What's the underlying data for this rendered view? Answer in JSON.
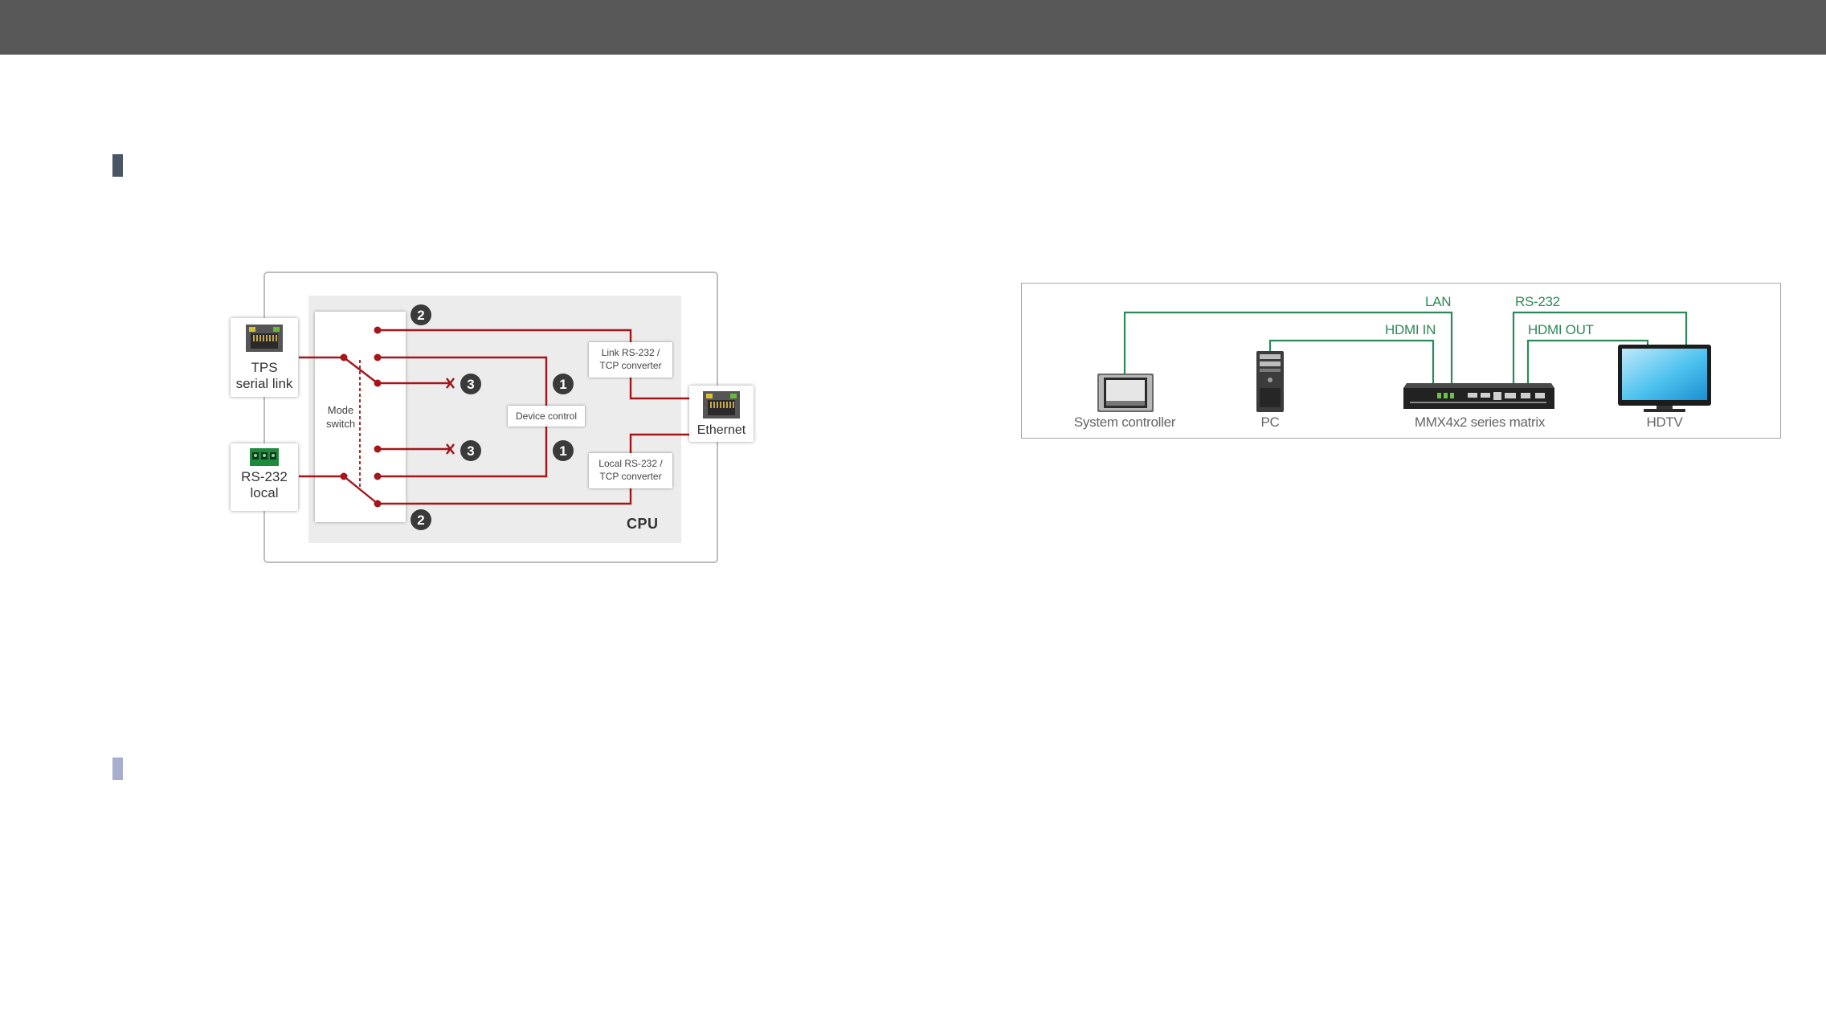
{
  "header": {
    "bar_color": "#575757"
  },
  "section_markers": {
    "dark_color": "#4a5566",
    "light_color": "#a9aed0"
  },
  "cpu_diagram": {
    "wire_color": "#a4161a",
    "tps_label": "TPS\nserial link",
    "rs232_label": "RS-232\nlocal",
    "ethernet_label": "Ethernet",
    "mode_switch_label": "Mode\nswitch",
    "device_control_label": "Device control",
    "link_converter_label": "Link RS-232 /\nTCP converter",
    "local_converter_label": "Local RS-232 /\nTCP converter",
    "cpu_label": "CPU",
    "badges": {
      "one": "1",
      "two": "2",
      "three": "3"
    },
    "disconnect_mark": "x",
    "icons": [
      "rj45-port-icon",
      "terminal-block-icon",
      "rj45-port-icon"
    ]
  },
  "system_diagram": {
    "line_color": "#2c8a58",
    "labels": {
      "lan": "LAN",
      "rs232": "RS-232",
      "hdmi_in": "HDMI IN",
      "hdmi_out": "HDMI OUT"
    },
    "devices": {
      "system_controller": "System controller",
      "pc": "PC",
      "matrix": "MMX4x2 series matrix",
      "hdtv": "HDTV"
    },
    "icons": [
      "touch-panel-icon",
      "pc-tower-icon",
      "matrix-device-icon",
      "tv-icon"
    ]
  }
}
